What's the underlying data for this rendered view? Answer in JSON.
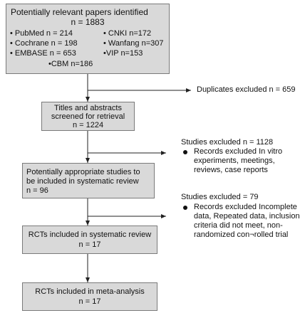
{
  "flow": {
    "identified": {
      "title": "Potentially relevant papers identified",
      "n": "n = 1883",
      "sources": {
        "pubmed": "• PubMed n = 214",
        "cochrane": "• Cochrane n = 198",
        "embase": "• EMBASE n = 653",
        "cbm": "•CBM n=186",
        "cnki": "• CNKI n=172",
        "wanfang": "• Wanfang n=307",
        "vip": "•VIP n=153"
      }
    },
    "screened": {
      "line1": "Titles and abstracts",
      "line2": "screened for retrieval",
      "n": "n = 1224"
    },
    "appropriate": {
      "line1": "Potentially appropriate studies to",
      "line2": "be included in systematic review",
      "n": "n = 96"
    },
    "rcts_sr": {
      "title": "RCTs included in systematic review",
      "n": "n = 17"
    },
    "rcts_ma": {
      "title": "RCTs included in meta-analysis",
      "n": "n = 17"
    }
  },
  "exclusions": {
    "duplicates": "Duplicates excluded  n = 659",
    "studies1": {
      "heading": "Studies excluded  n = 1128",
      "lines": [
        "Records excluded In vitro",
        "experiments, meetings,",
        "reviews, case reports"
      ]
    },
    "studies2": {
      "heading": "Studies excluded  = 79",
      "lines": [
        "Records excluded Incomplete",
        "data, Repeated data, inclusion",
        "criteria did not meet, non-",
        "randomized con¬rolled trial"
      ]
    }
  }
}
